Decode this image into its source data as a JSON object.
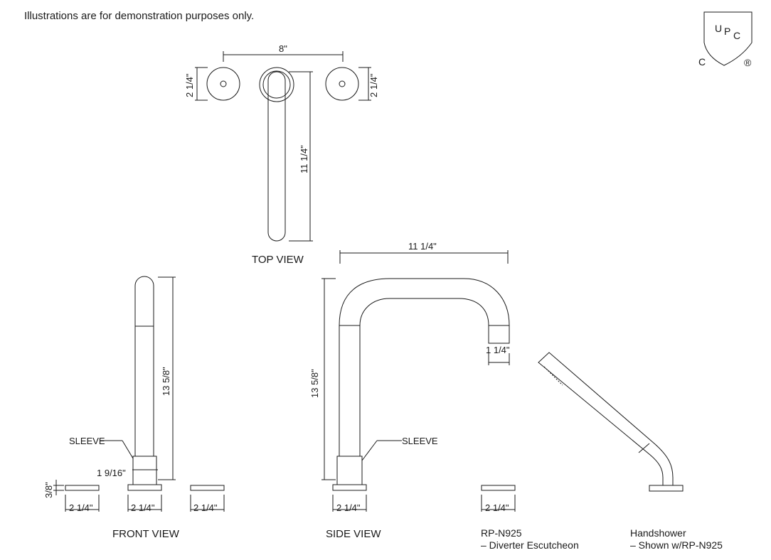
{
  "disclaimer": "Illustrations are for demonstration purposes only.",
  "certification": {
    "mark_letters": "UPC",
    "mark_letter_u": "U",
    "mark_letter_p": "P",
    "mark_letter_c": "C",
    "left_letter": "C",
    "registered_symbol": "®"
  },
  "top_view": {
    "label": "TOP VIEW",
    "dim_width": "8\"",
    "dim_left_handle": "2 1/4\"",
    "dim_right_handle": "2 1/4\"",
    "dim_spout_length": "11 1/4\""
  },
  "front_view": {
    "label": "FRONT VIEW",
    "dim_height": "13 5/8\"",
    "sleeve_label": "SLEEVE",
    "dim_sleeve": "1 9/16\"",
    "dim_base_height": "3/8\"",
    "dim_base_left": "2 1/4\"",
    "dim_base_center": "2 1/4\"",
    "dim_base_right": "2 1/4\""
  },
  "side_view": {
    "label": "SIDE VIEW",
    "dim_reach": "11 1/4\"",
    "dim_height": "13 5/8\"",
    "dim_outlet": "1 1/4\"",
    "sleeve_label": "SLEEVE",
    "dim_base": "2 1/4\""
  },
  "diverter": {
    "label_line1": "RP-N925",
    "label_line2": "– Diverter Escutcheon",
    "dim_base": "2 1/4\""
  },
  "handshower": {
    "label_line1": "Handshower",
    "label_line2": "– Shown w/RP-N925"
  }
}
